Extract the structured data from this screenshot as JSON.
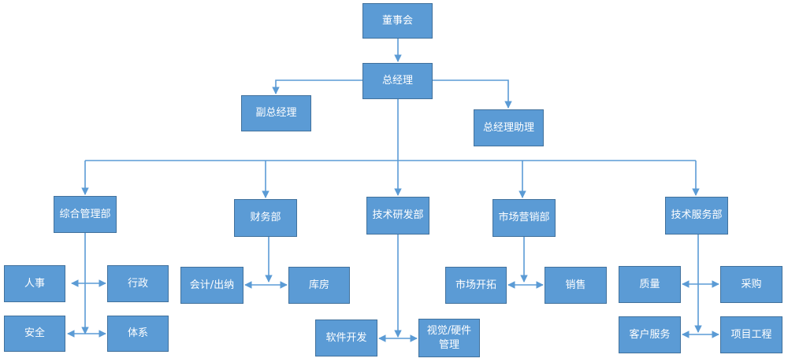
{
  "colors": {
    "box_fill": "#5b9bd5",
    "box_border": "#41719c",
    "line": "#5b9bd5",
    "text": "#ffffff"
  },
  "nodes": {
    "board": "董事会",
    "gm": "总经理",
    "deputy_gm": "副总经理",
    "gm_assistant": "总经理助理",
    "general_mgmt": "综合管理部",
    "finance": "财务部",
    "tech_rd": "技术研发部",
    "marketing": "市场营销部",
    "tech_service": "技术服务部",
    "hr": "人事",
    "admin": "行政",
    "safety": "安全",
    "system": "体系",
    "accounting": "会计/出纳",
    "warehouse": "库房",
    "software_dev": "软件开发",
    "visual_hw_line1": "视觉/硬件",
    "visual_hw_line2": "管理",
    "market_dev": "市场开拓",
    "sales": "销售",
    "quality": "质量",
    "procurement": "采购",
    "customer_service": "客户服务",
    "project_eng": "项目工程"
  }
}
